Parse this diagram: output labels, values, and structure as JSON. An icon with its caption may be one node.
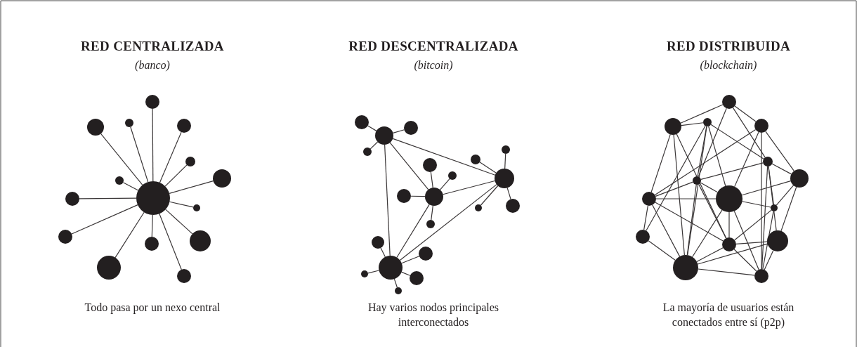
{
  "diagram": {
    "nodes": [
      {
        "text": [],
        "shape": "circle"
      },
      {
        "text": [],
        "shape": "circle"
      },
      {
        "text": [],
        "shape": "circle"
      },
      {
        "text": [],
        "shape": "circle"
      },
      {
        "text": [],
        "shape": "circle"
      },
      {
        "text": [],
        "shape": "circle"
      },
      {
        "text": [],
        "shape": "circle"
      },
      {
        "text": [],
        "shape": "circle"
      },
      {
        "text": [],
        "shape": "circle"
      },
      {
        "text": [],
        "shape": "circle"
      },
      {
        "text": [],
        "shape": "circle"
      },
      {
        "text": [],
        "shape": "circle"
      },
      {
        "text": [],
        "shape": "circle"
      },
      {
        "text": [],
        "shape": "circle"
      },
      {
        "text": [],
        "shape": "circle"
      },
      {
        "text": [],
        "shape": "circle"
      },
      {
        "text": [],
        "shape": "circle"
      },
      {
        "text": [],
        "shape": "circle"
      },
      {
        "text": [],
        "shape": "circle"
      },
      {
        "text": [],
        "shape": "circle"
      },
      {
        "text": [],
        "shape": "circle"
      },
      {
        "text": [],
        "shape": "circle"
      },
      {
        "text": [],
        "shape": "circle"
      },
      {
        "text": [],
        "shape": "circle"
      },
      {
        "text": [],
        "shape": "circle"
      },
      {
        "text": [],
        "shape": "circle"
      },
      {
        "text": [],
        "shape": "circle"
      },
      {
        "text": [],
        "shape": "circle"
      },
      {
        "text": [],
        "shape": "circle"
      },
      {
        "text": [],
        "shape": "circle"
      },
      {
        "text": [],
        "shape": "circle"
      },
      {
        "text": [],
        "shape": "circle"
      },
      {
        "text": [],
        "shape": "circle"
      },
      {
        "text": [],
        "shape": "circle"
      },
      {
        "text": [],
        "shape": "circle"
      },
      {
        "text": [],
        "shape": "circle"
      },
      {
        "text": [],
        "shape": "circle"
      },
      {
        "text": [],
        "shape": "circle"
      },
      {
        "text": [],
        "shape": "circle"
      },
      {
        "text": [],
        "shape": "circle"
      },
      {
        "text": [],
        "shape": "circle"
      },
      {
        "text": [],
        "shape": "circle"
      },
      {
        "text": [],
        "shape": "circle"
      },
      {
        "text": [],
        "shape": "circle"
      },
      {
        "text": [],
        "shape": "circle"
      },
      {
        "text": [],
        "shape": "circle"
      },
      {
        "text": [],
        "shape": "circle"
      },
      {
        "text": [],
        "shape": "circle"
      },
      {
        "text": [],
        "shape": "circle"
      },
      {
        "text": [],
        "shape": "circle"
      }
    ],
    "edges": [
      {
        "from": 0,
        "to": 1,
        "arrow": "none"
      },
      {
        "from": 0,
        "to": 2,
        "arrow": "none"
      },
      {
        "from": 0,
        "to": 3,
        "arrow": "none"
      },
      {
        "from": 0,
        "to": 4,
        "arrow": "none"
      },
      {
        "from": 0,
        "to": 5,
        "arrow": "none"
      },
      {
        "from": 0,
        "to": 6,
        "arrow": "none"
      },
      {
        "from": 0,
        "to": 7,
        "arrow": "none"
      },
      {
        "from": 0,
        "to": 8,
        "arrow": "none"
      },
      {
        "from": 0,
        "to": 9,
        "arrow": "none"
      },
      {
        "from": 0,
        "to": 10,
        "arrow": "none"
      },
      {
        "from": 0,
        "to": 11,
        "arrow": "none"
      },
      {
        "from": 0,
        "to": 12,
        "arrow": "none"
      },
      {
        "from": 0,
        "to": 13,
        "arrow": "none"
      },
      {
        "from": 0,
        "to": 14,
        "arrow": "none"
      },
      {
        "from": 15,
        "to": 17,
        "arrow": "none"
      },
      {
        "from": 15,
        "to": 16,
        "arrow": "none"
      },
      {
        "from": 15,
        "to": 18,
        "arrow": "none"
      },
      {
        "from": 16,
        "to": 17,
        "arrow": "none"
      },
      {
        "from": 16,
        "to": 18,
        "arrow": "none"
      },
      {
        "from": 17,
        "to": 18,
        "arrow": "none"
      },
      {
        "from": 15,
        "to": 19,
        "arrow": "none"
      },
      {
        "from": 15,
        "to": 20,
        "arrow": "none"
      },
      {
        "from": 15,
        "to": 21,
        "arrow": "none"
      },
      {
        "from": 17,
        "to": 22,
        "arrow": "none"
      },
      {
        "from": 17,
        "to": 23,
        "arrow": "none"
      },
      {
        "from": 17,
        "to": 24,
        "arrow": "none"
      },
      {
        "from": 17,
        "to": 25,
        "arrow": "none"
      },
      {
        "from": 16,
        "to": 26,
        "arrow": "none"
      },
      {
        "from": 16,
        "to": 27,
        "arrow": "none"
      },
      {
        "from": 16,
        "to": 28,
        "arrow": "none"
      },
      {
        "from": 16,
        "to": 29,
        "arrow": "none"
      },
      {
        "from": 18,
        "to": 30,
        "arrow": "none"
      },
      {
        "from": 18,
        "to": 31,
        "arrow": "none"
      },
      {
        "from": 18,
        "to": 32,
        "arrow": "none"
      },
      {
        "from": 18,
        "to": 33,
        "arrow": "none"
      },
      {
        "from": 18,
        "to": 34,
        "arrow": "none"
      },
      {
        "from": 36,
        "to": 37,
        "arrow": "none"
      },
      {
        "from": 36,
        "to": 35,
        "arrow": "none"
      },
      {
        "from": 36,
        "to": 42,
        "arrow": "none"
      },
      {
        "from": 36,
        "to": 46,
        "arrow": "none"
      },
      {
        "from": 36,
        "to": 48,
        "arrow": "none"
      },
      {
        "from": 37,
        "to": 41,
        "arrow": "none"
      },
      {
        "from": 37,
        "to": 39,
        "arrow": "none"
      },
      {
        "from": 37,
        "to": 43,
        "arrow": "none"
      },
      {
        "from": 37,
        "to": 45,
        "arrow": "none"
      },
      {
        "from": 37,
        "to": 48,
        "arrow": "none"
      },
      {
        "from": 35,
        "to": 38,
        "arrow": "none"
      },
      {
        "from": 35,
        "to": 41,
        "arrow": "none"
      },
      {
        "from": 35,
        "to": 39,
        "arrow": "none"
      },
      {
        "from": 38,
        "to": 40,
        "arrow": "none"
      },
      {
        "from": 38,
        "to": 42,
        "arrow": "none"
      },
      {
        "from": 38,
        "to": 43,
        "arrow": "none"
      },
      {
        "from": 38,
        "to": 49,
        "arrow": "none"
      },
      {
        "from": 39,
        "to": 41,
        "arrow": "none"
      },
      {
        "from": 39,
        "to": 40,
        "arrow": "none"
      },
      {
        "from": 39,
        "to": 44,
        "arrow": "none"
      },
      {
        "from": 39,
        "to": 47,
        "arrow": "none"
      },
      {
        "from": 39,
        "to": 49,
        "arrow": "none"
      },
      {
        "from": 40,
        "to": 43,
        "arrow": "none"
      },
      {
        "from": 40,
        "to": 44,
        "arrow": "none"
      },
      {
        "from": 40,
        "to": 47,
        "arrow": "none"
      },
      {
        "from": 41,
        "to": 42,
        "arrow": "none"
      },
      {
        "from": 41,
        "to": 43,
        "arrow": "none"
      },
      {
        "from": 41,
        "to": 46,
        "arrow": "none"
      },
      {
        "from": 41,
        "to": 48,
        "arrow": "none"
      },
      {
        "from": 42,
        "to": 43,
        "arrow": "none"
      },
      {
        "from": 42,
        "to": 45,
        "arrow": "none"
      },
      {
        "from": 42,
        "to": 46,
        "arrow": "none"
      },
      {
        "from": 42,
        "to": 48,
        "arrow": "none"
      },
      {
        "from": 43,
        "to": 44,
        "arrow": "none"
      },
      {
        "from": 43,
        "to": 46,
        "arrow": "none"
      },
      {
        "from": 43,
        "to": 48,
        "arrow": "none"
      },
      {
        "from": 43,
        "to": 49,
        "arrow": "none"
      },
      {
        "from": 44,
        "to": 46,
        "arrow": "none"
      },
      {
        "from": 44,
        "to": 49,
        "arrow": "none"
      },
      {
        "from": 45,
        "to": 48,
        "arrow": "none"
      },
      {
        "from": 46,
        "to": 47,
        "arrow": "none"
      },
      {
        "from": 46,
        "to": 48,
        "arrow": "none"
      },
      {
        "from": 46,
        "to": 49,
        "arrow": "none"
      },
      {
        "from": 47,
        "to": 48,
        "arrow": "none"
      },
      {
        "from": 47,
        "to": 49,
        "arrow": "none"
      },
      {
        "from": 48,
        "to": 49,
        "arrow": "none"
      }
    ],
    "labels": [
      "RED CENTRALIZADA",
      "(banco)",
      "RED DESCENTRALIZADA",
      "(bitcoin)",
      "RED DISTRIBUIDA",
      "(blockchain)",
      "Todo pasa por un nexo central",
      "Hay varios nodos principales interconectados",
      "La mayoría de usuarios están conectados entre sí (p2p)"
    ]
  }
}
